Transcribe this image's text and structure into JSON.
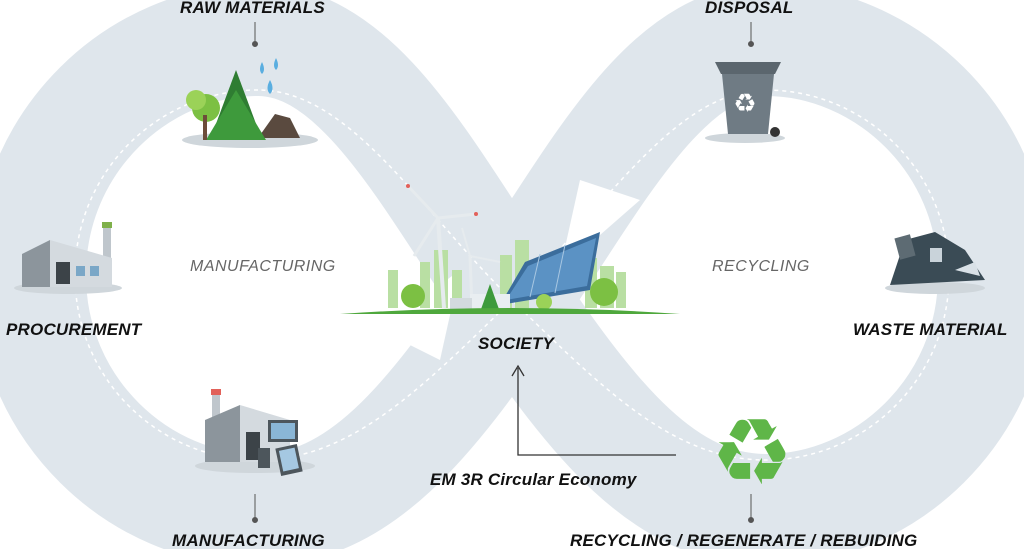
{
  "labels": {
    "raw_materials": "RAW MATERIALS",
    "disposal": "DISPOSAL",
    "procurement": "PROCUREMENT",
    "waste_material": "WASTE MATERIAL",
    "manufacturing_bottom": "MANUFACTURING",
    "recycling_bottom": "RECYCLING /  REGENERATE / REBUIDING",
    "society": "SOCIETY",
    "caption": "EM 3R Circular Economy"
  },
  "loop_labels": {
    "left": "MANUFACTURING",
    "right": "RECYCLING"
  },
  "icons": [
    "trees-and-water-icon",
    "trash-bin-icon",
    "factory-icon",
    "waste-pile-icon",
    "factory-devices-icon",
    "recycle-icon",
    "wind-solar-city-icon"
  ],
  "colors": {
    "loop": "#dfe6ec",
    "recycle_green": "#5fb648",
    "tree_green": "#3e9a3c",
    "bin_grey": "#6f7b84"
  }
}
